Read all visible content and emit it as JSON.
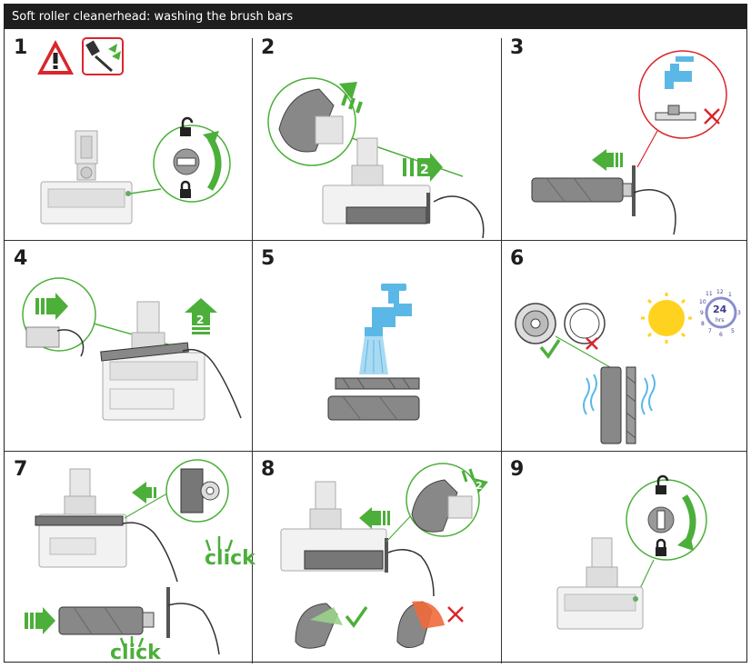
{
  "title": "Soft roller cleanerhead: washing the brush bars",
  "steps": [
    {
      "number": "1"
    },
    {
      "number": "2"
    },
    {
      "number": "3"
    },
    {
      "number": "4"
    },
    {
      "number": "5"
    },
    {
      "number": "6"
    },
    {
      "number": "7"
    },
    {
      "number": "8"
    },
    {
      "number": "9"
    }
  ],
  "step2": {
    "arrow_label": "2"
  },
  "step4": {
    "arrow_label": "2"
  },
  "step6": {
    "clock_hours": "24",
    "clock_unit": "hrs",
    "clock_numbers": [
      "12",
      "1",
      "3",
      "5",
      "6",
      "7",
      "8",
      "9",
      "10",
      "11"
    ]
  },
  "step7": {
    "click_text_1": "click",
    "click_text_2": "click"
  },
  "step8": {
    "arrow_label": "2"
  },
  "colors": {
    "accent_green": "#4caf3a",
    "warning_red": "#d9262c",
    "water_blue": "#5bb8e6",
    "sun_yellow": "#ffd21f",
    "clock_purple": "#8a8fd0",
    "orange_error": "#f06a3a",
    "title_bar": "#1e1e1e"
  }
}
